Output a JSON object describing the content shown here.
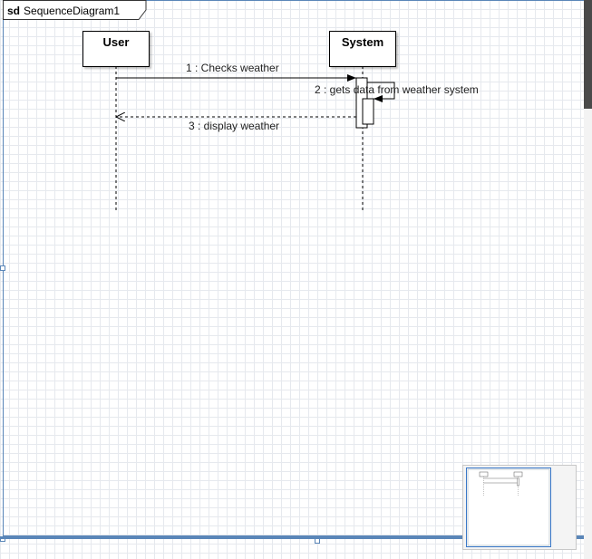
{
  "frame": {
    "keyword": "sd",
    "name": "SequenceDiagram1"
  },
  "lifelines": [
    {
      "name": "User"
    },
    {
      "name": "System"
    }
  ],
  "messages": [
    {
      "label": "1 : Checks weather",
      "kind": "synchronous",
      "from": "User",
      "to": "System"
    },
    {
      "label": "2 : gets data from weather system",
      "kind": "self",
      "from": "System",
      "to": "System"
    },
    {
      "label": "3 : display weather",
      "kind": "return",
      "from": "System",
      "to": "User"
    }
  ],
  "colors": {
    "grid": "#e6e9ee",
    "frame_border": "#5a86b8",
    "overview_view": "#3a78c8"
  }
}
